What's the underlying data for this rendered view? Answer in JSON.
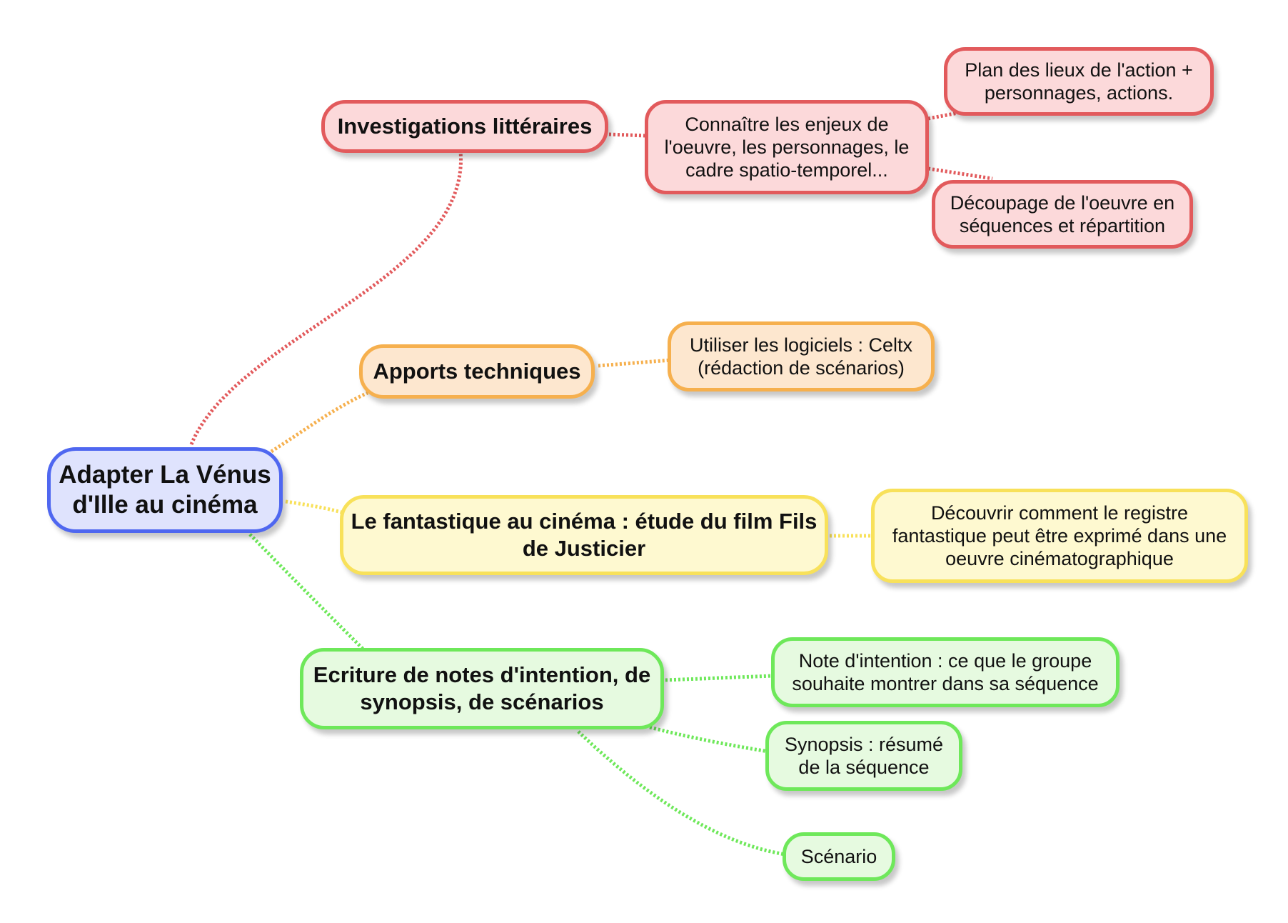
{
  "colors": {
    "red_stroke": "#e25a5c",
    "red_fill": "#fcd9da",
    "orange_stroke": "#f6b04e",
    "orange_fill": "#fde7cf",
    "yellow_stroke": "#f8e15a",
    "yellow_fill": "#fef9d0",
    "green_stroke": "#6ee85a",
    "green_fill": "#e6fae0",
    "blue_stroke": "#4f67f0",
    "blue_fill": "#dfe3fd"
  },
  "root": {
    "lines": [
      "Adapter La Vénus",
      "d'Ille au cinéma"
    ]
  },
  "branches": {
    "investigations": {
      "lines": [
        "Investigations littéraires"
      ],
      "children": {
        "enjeux": {
          "lines": [
            "Connaître les enjeux de",
            "l'oeuvre, les personnages, le",
            "cadre spatio-temporel..."
          ],
          "children": {
            "plan": {
              "lines": [
                "Plan des lieux de l'action +",
                "personnages, actions."
              ]
            },
            "decoupage": {
              "lines": [
                "Découpage de l'oeuvre en",
                "séquences et répartition"
              ]
            }
          }
        }
      }
    },
    "apports": {
      "lines": [
        "Apports techniques"
      ],
      "children": {
        "celtx": {
          "lines": [
            "Utiliser les logiciels : Celtx",
            "(rédaction de scénarios)"
          ]
        }
      }
    },
    "fantastique": {
      "lines": [
        "Le fantastique au cinéma : étude du film Fils",
        "de Justicier"
      ],
      "children": {
        "registre": {
          "lines": [
            "Découvrir comment le registre",
            "fantastique peut être exprimé dans une",
            "oeuvre cinématographique"
          ]
        }
      }
    },
    "ecriture": {
      "lines": [
        "Ecriture de notes d'intention, de",
        "synopsis, de scénarios"
      ],
      "children": {
        "note": {
          "lines": [
            "Note d'intention : ce que le groupe",
            "souhaite montrer dans sa séquence"
          ]
        },
        "synopsis": {
          "lines": [
            "Synopsis : résumé",
            "de la séquence"
          ]
        },
        "scenario": {
          "lines": [
            "Scénario"
          ]
        }
      }
    }
  }
}
